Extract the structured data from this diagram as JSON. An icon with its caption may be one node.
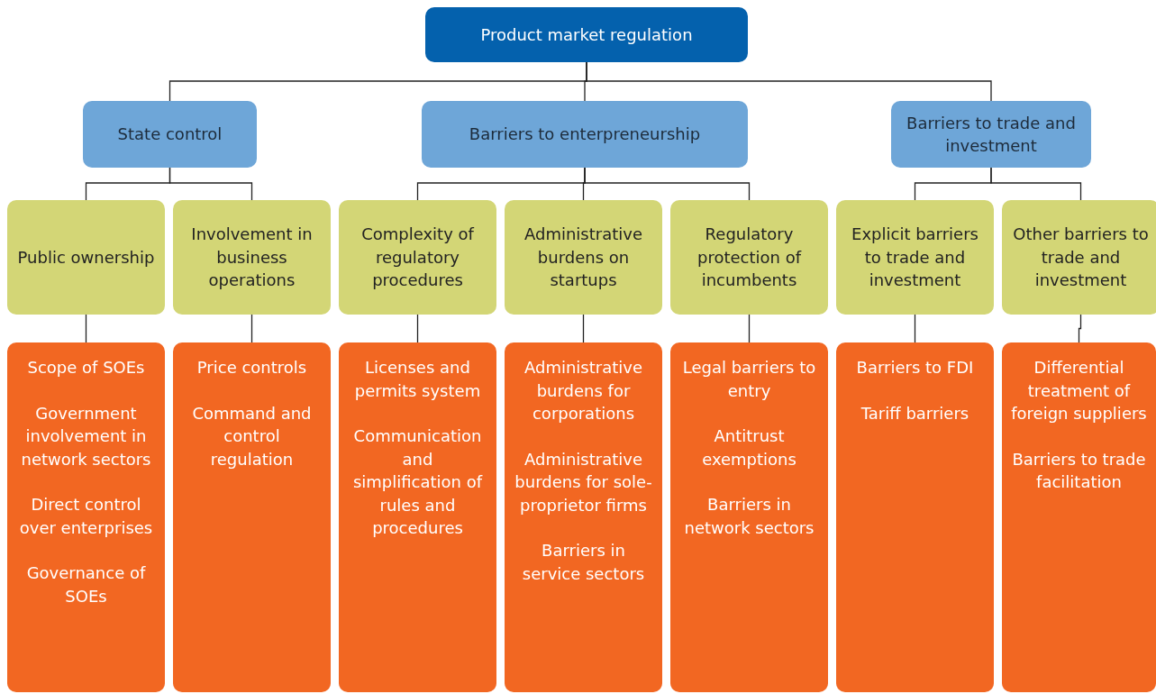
{
  "diagram": {
    "nodes": [
      {
        "text": [
          "Product market regulation"
        ]
      },
      {
        "text": [
          "State control"
        ]
      },
      {
        "text": [
          "Barriers to enterpreneurship"
        ]
      },
      {
        "text": [
          "Barriers to trade and investment"
        ]
      },
      {
        "text": [
          "Public ownership"
        ]
      },
      {
        "text": [
          "Involvement in business operations"
        ]
      },
      {
        "text": [
          "Complexity of regulatory procedures"
        ]
      },
      {
        "text": [
          "Administrative burdens on startups"
        ]
      },
      {
        "text": [
          "Regulatory protection of incumbents"
        ]
      },
      {
        "text": [
          "Explicit barriers to trade and investment"
        ]
      },
      {
        "text": [
          "Other barriers to trade and investment"
        ]
      },
      {
        "text": [
          "Scope of SOEs",
          "Government involvement in network sectors",
          "Direct control over enterprises",
          "Governance of SOEs"
        ]
      },
      {
        "text": [
          "Price controls",
          "Command and control regulation"
        ]
      },
      {
        "text": [
          "Licenses and permits system",
          "Communication and simplification of rules and procedures"
        ]
      },
      {
        "text": [
          "Administrative burdens for corporations",
          "Administrative burdens for sole-proprietor firms",
          "Barriers in service sectors"
        ]
      },
      {
        "text": [
          "Legal barriers to entry",
          "Antitrust exemptions",
          "Barriers in network sectors"
        ]
      },
      {
        "text": [
          "Barriers to FDI",
          "Tariff barriers"
        ]
      },
      {
        "text": [
          "Differential treatment of foreign suppliers",
          "Barriers to trade facilitation"
        ]
      }
    ],
    "edges": [
      {
        "from": 0,
        "to": 1,
        "arrow": "none"
      },
      {
        "from": 0,
        "to": 2,
        "arrow": "none"
      },
      {
        "from": 0,
        "to": 3,
        "arrow": "none"
      },
      {
        "from": 1,
        "to": 4,
        "arrow": "none"
      },
      {
        "from": 1,
        "to": 5,
        "arrow": "none"
      },
      {
        "from": 2,
        "to": 6,
        "arrow": "none"
      },
      {
        "from": 2,
        "to": 7,
        "arrow": "none"
      },
      {
        "from": 2,
        "to": 8,
        "arrow": "none"
      },
      {
        "from": 3,
        "to": 9,
        "arrow": "none"
      },
      {
        "from": 3,
        "to": 10,
        "arrow": "none"
      },
      {
        "from": 4,
        "to": 11,
        "arrow": "none"
      },
      {
        "from": 5,
        "to": 12,
        "arrow": "none"
      },
      {
        "from": 6,
        "to": 13,
        "arrow": "none"
      },
      {
        "from": 7,
        "to": 14,
        "arrow": "none"
      },
      {
        "from": 8,
        "to": 15,
        "arrow": "none"
      },
      {
        "from": 9,
        "to": 16,
        "arrow": "none"
      },
      {
        "from": 10,
        "to": 17,
        "arrow": "none"
      }
    ]
  }
}
